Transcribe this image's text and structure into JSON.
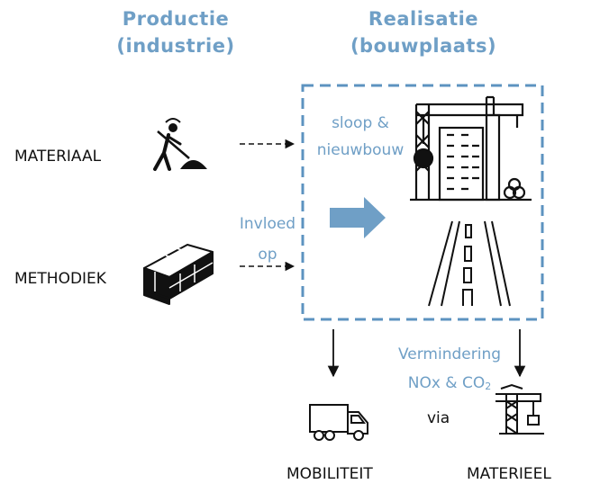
{
  "headings": {
    "production": [
      "Productie",
      "(industrie)"
    ],
    "realisation": [
      "Realisatie",
      "(bouwplaats)"
    ]
  },
  "inputs": {
    "material": "MATERIAAL",
    "method": "METHODIEK"
  },
  "site": {
    "demolition": [
      "sloop &",
      "nieuwbouw"
    ],
    "influence": [
      "Invloed",
      "op"
    ]
  },
  "reduction": {
    "line1": "Vermindering",
    "line2_main": "NOx & CO",
    "line2_sub": "2",
    "via": "via"
  },
  "outputs": {
    "mobility": "MOBILITEIT",
    "equipment": "MATERIEEL"
  },
  "colors": {
    "accent": "#6f9fc6",
    "frame": "#5d93c0",
    "icon": "#111111"
  },
  "icons": [
    "worker-icon",
    "bricks-icon",
    "construction-site-icon",
    "road-icon",
    "truck-icon",
    "crane-icon"
  ]
}
